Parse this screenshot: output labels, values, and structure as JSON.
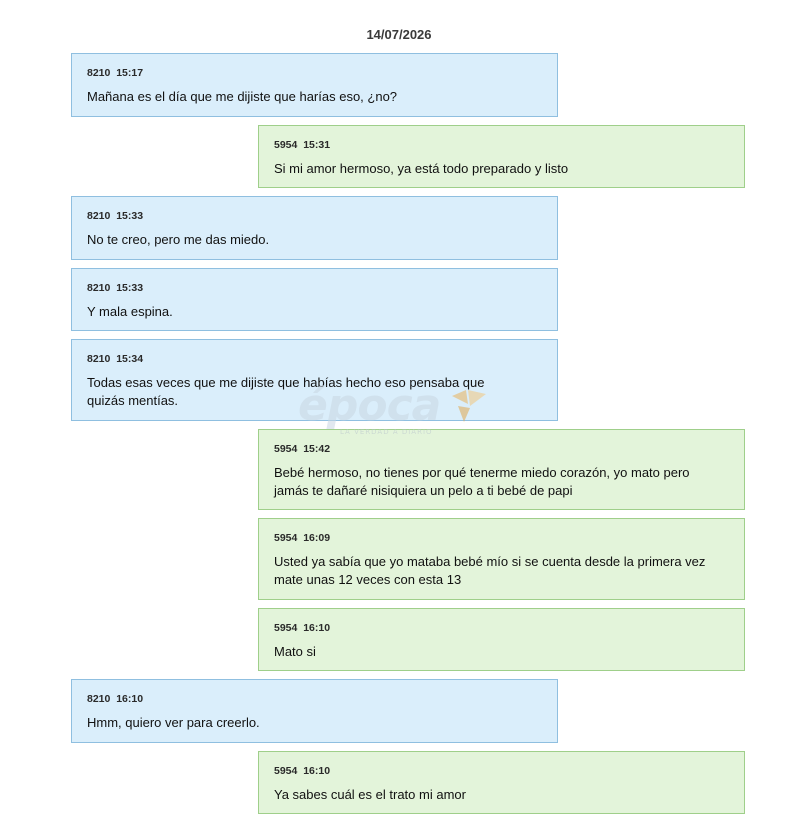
{
  "date": "14/07/2026",
  "messages": [
    {
      "sender": "8210",
      "time": "15:17",
      "side": "left",
      "text": "Mañana es el día que me dijiste que harías eso, ¿no?"
    },
    {
      "sender": "5954",
      "time": "15:31",
      "side": "right",
      "text": "Si mi amor hermoso, ya está todo preparado y listo"
    },
    {
      "sender": "8210",
      "time": "15:33",
      "side": "left",
      "text": "No te creo, pero me das miedo."
    },
    {
      "sender": "8210",
      "time": "15:33",
      "side": "left",
      "text": "Y mala espina."
    },
    {
      "sender": "8210",
      "time": "15:34",
      "side": "left",
      "text": "Todas esas veces que me dijiste que habías hecho eso pensaba que quizás mentías."
    },
    {
      "sender": "5954",
      "time": "15:42",
      "side": "right",
      "text": "Bebé hermoso, no tienes por qué tenerme miedo corazón, yo mato pero jamás te dañaré nisiquiera un pelo a ti bebé de papi"
    },
    {
      "sender": "5954",
      "time": "16:09",
      "side": "right",
      "text": "Usted ya sabía que yo mataba bebé mío si se cuenta desde la primera vez mate unas 12 veces con esta 13"
    },
    {
      "sender": "5954",
      "time": "16:10",
      "side": "right",
      "text": "Mato si"
    },
    {
      "sender": "8210",
      "time": "16:10",
      "side": "left",
      "text": "Hmm, quiero ver para creerlo."
    },
    {
      "sender": "5954",
      "time": "16:10",
      "side": "right",
      "text": "Ya sabes cuál es el trato mi amor"
    }
  ],
  "watermark": {
    "brand": "época",
    "tagline": "LA VERDAD A DIARIO"
  },
  "colors": {
    "left_bubble": "#daeefb",
    "left_border": "#8fbfe0",
    "right_bubble": "#e3f4da",
    "right_border": "#9fcf8a",
    "watermark_accent": "#e9b35c"
  }
}
